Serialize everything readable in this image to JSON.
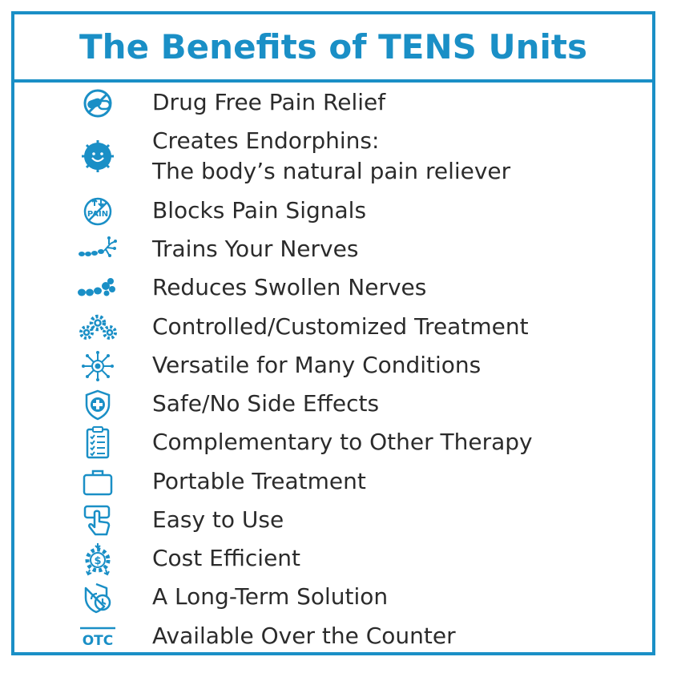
{
  "title": "The Benefits of TENS Units",
  "colors": {
    "accent": "#1a8fc6",
    "text": "#2b2b2b",
    "background": "#ffffff"
  },
  "benefits": [
    {
      "icon": "no-pills-icon",
      "label": "Drug Free Pain Relief"
    },
    {
      "icon": "smiling-sun-icon",
      "label": "Creates Endorphins:",
      "label2": "The body’s natural pain reliever"
    },
    {
      "icon": "no-pain-icon",
      "icon_text": "PAIN",
      "label": "Blocks Pain Signals"
    },
    {
      "icon": "nerve-icon",
      "label": "Trains Your Nerves"
    },
    {
      "icon": "swollen-nerve-icon",
      "label": "Reduces Swollen Nerves"
    },
    {
      "icon": "gears-icon",
      "label": "Controlled/Customized Treatment"
    },
    {
      "icon": "network-icon",
      "label": "Versatile for Many Conditions"
    },
    {
      "icon": "medical-shield-icon",
      "label": "Safe/No Side Effects"
    },
    {
      "icon": "clipboard-checklist-icon",
      "label": "Complementary to Other Therapy"
    },
    {
      "icon": "briefcase-icon",
      "label": "Portable Treatment"
    },
    {
      "icon": "touch-hand-icon",
      "label": "Easy to Use"
    },
    {
      "icon": "cost-gear-icon",
      "icon_text": "$",
      "label": "Cost Efficient"
    },
    {
      "icon": "shield-clock-icon",
      "label": "A Long-Term Solution"
    },
    {
      "icon": "otc-icon",
      "icon_text": "OTC",
      "label": "Available Over the Counter"
    }
  ]
}
